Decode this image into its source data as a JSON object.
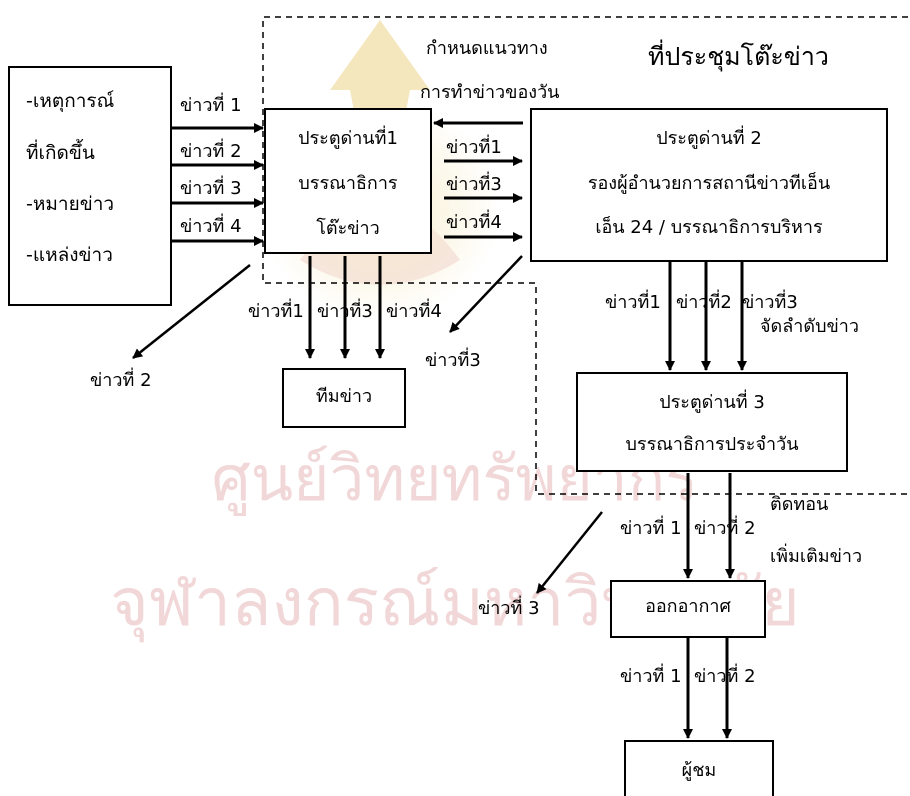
{
  "meeting_area": {
    "title": "ที่ประชุมโต๊ะข่าว",
    "guide_line1": "กำหนดแนวทาง",
    "guide_line2": "การทำข่าวของวัน"
  },
  "sources": {
    "item1": "-เหตุการณ์",
    "item2": "ที่เกิดขึ้น",
    "item3": "-หมายข่าว",
    "item4": "-แหล่งข่าว"
  },
  "gate1": {
    "line1": "ประตูด่านที่1",
    "line2": "บรรณาธิการ",
    "line3": "โต๊ะข่าว"
  },
  "gate2": {
    "line1": "ประตูด่านที่ 2",
    "line2": "รองผู้อำนวยการสถานีข่าวทีเอ็น",
    "line3": "เอ็น 24 / บรรณาธิการบริหาร"
  },
  "gate3": {
    "line1": "ประตูด่านที่ 3",
    "line2": "บรรณาธิการประจำวัน"
  },
  "news_team": "ทีมข่าว",
  "broadcast": "ออกอากาศ",
  "audience": "ผู้ชม",
  "edge_labels": {
    "src_news1": "ข่าวที่ 1",
    "src_news2": "ข่าวที่ 2",
    "src_news3": "ข่าวที่ 3",
    "src_news4": "ข่าวที่ 4",
    "dropped_news2": "ข่าวที่ 2",
    "g1_news1": "ข่าวที่1",
    "g1_news3": "ข่าวที่3",
    "g1_news4": "ข่าวที่4",
    "team_news1": "ข่าวที่1",
    "team_news3": "ข่าวที่3",
    "team_news4": "ข่าวที่4",
    "dropped_news3_a": "ข่าวที่3",
    "g2_news1": "ข่าวที่1",
    "g2_news2": "ข่าวที่2",
    "g2_news3": "ข่าวที่3",
    "ranking": "จัดลำดับข่าว",
    "follow_up": "ติดทอน",
    "add_news": "เพิ่มเติมข่าว",
    "g3_news1": "ข่าวที่ 1",
    "g3_news2": "ข่าวที่ 2",
    "dropped_news3_b": "ข่าวที่ 3",
    "air_news1": "ข่าวที่ 1",
    "air_news2": "ข่าวที่ 2"
  },
  "watermark": {
    "line1": "ศูนย์วิทยทรัพยากร",
    "line2": "จุฬาลงกรณ์มหาวิทยาลัย"
  },
  "colors": {
    "line": "#000000",
    "watermark": "#e6b8b8",
    "seal": "#ecd58a"
  }
}
